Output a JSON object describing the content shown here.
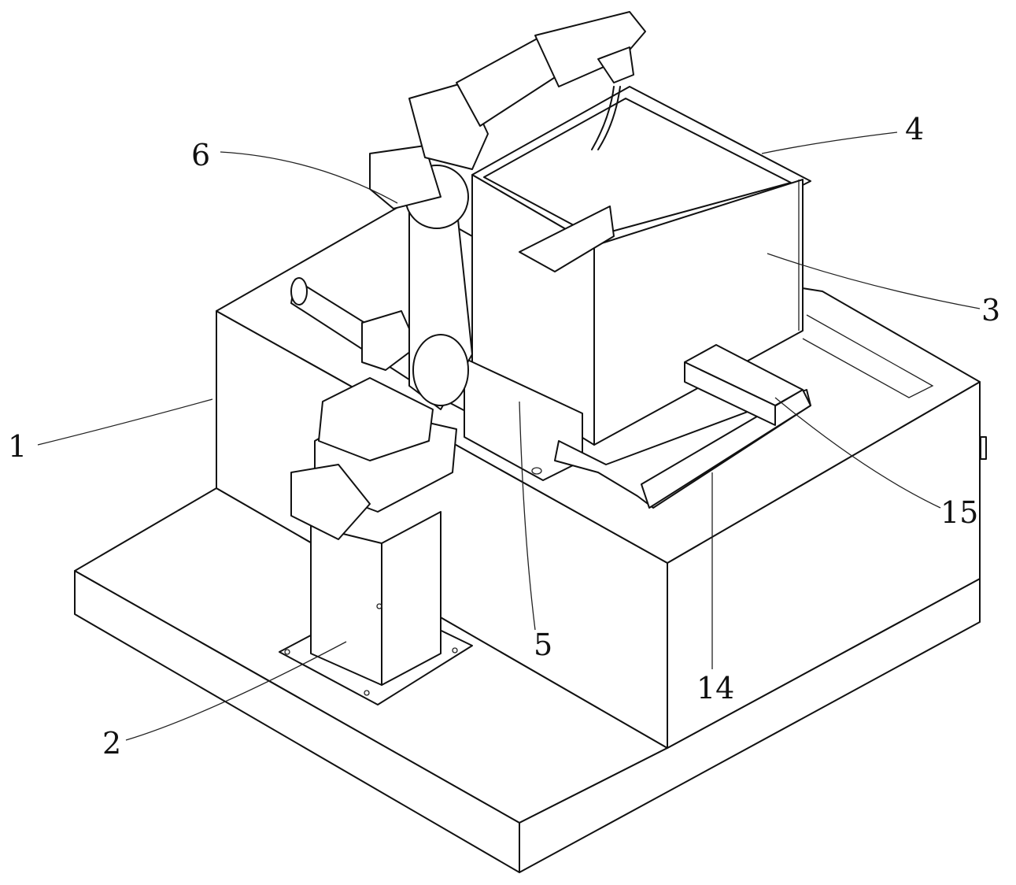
{
  "figure": {
    "labels": [
      {
        "id": "1",
        "text": "1",
        "part": "cabinet"
      },
      {
        "id": "2",
        "text": "2",
        "part": "robot-pedestal"
      },
      {
        "id": "3",
        "text": "3",
        "part": "container"
      },
      {
        "id": "4",
        "text": "4",
        "part": "container-rim"
      },
      {
        "id": "5",
        "text": "5",
        "part": "slide-block"
      },
      {
        "id": "6",
        "text": "6",
        "part": "robot-arm"
      },
      {
        "id": "14",
        "text": "14",
        "part": "guide-rail"
      },
      {
        "id": "15",
        "text": "15",
        "part": "support-bar"
      }
    ],
    "line_color": "#111111",
    "background": "#ffffff"
  }
}
